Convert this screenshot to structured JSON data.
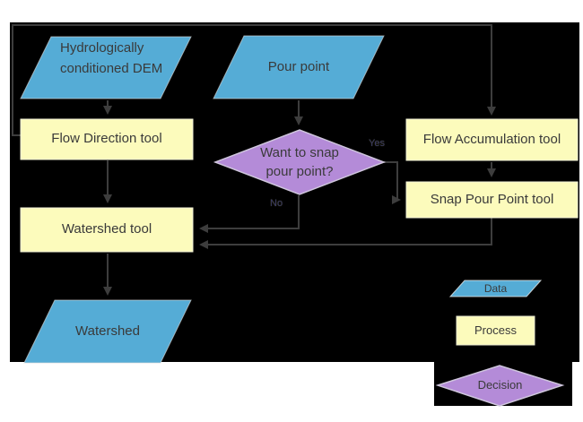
{
  "diagram": {
    "nodes": {
      "dem": {
        "label": "Hydrologically conditioned DEM",
        "type": "data"
      },
      "pour_point": {
        "label": "Pour point",
        "type": "data"
      },
      "flow_direction": {
        "label": "Flow Direction tool",
        "type": "process"
      },
      "flow_accumulation": {
        "label": "Flow Accumulation tool",
        "type": "process"
      },
      "snap_pour_point": {
        "label": "Snap Pour Point tool",
        "type": "process"
      },
      "decision_snap": {
        "label": "Want to snap pour point?",
        "type": "decision"
      },
      "watershed_tool": {
        "label": "Watershed tool",
        "type": "process"
      },
      "watershed": {
        "label": "Watershed",
        "type": "data"
      }
    },
    "edge_labels": {
      "yes": "Yes",
      "no": "No"
    },
    "legend": {
      "data_label": "Data",
      "process_label": "Process",
      "decision_label": "Decision"
    },
    "colors": {
      "data_fill": "#55ACD6",
      "process_fill": "#FCFBBC",
      "decision_fill": "#B48BD8",
      "connector": "#3d3d3d",
      "canvas_bg": "#000000",
      "page_bg": "#ffffff",
      "text": "#3a3a3a"
    }
  }
}
